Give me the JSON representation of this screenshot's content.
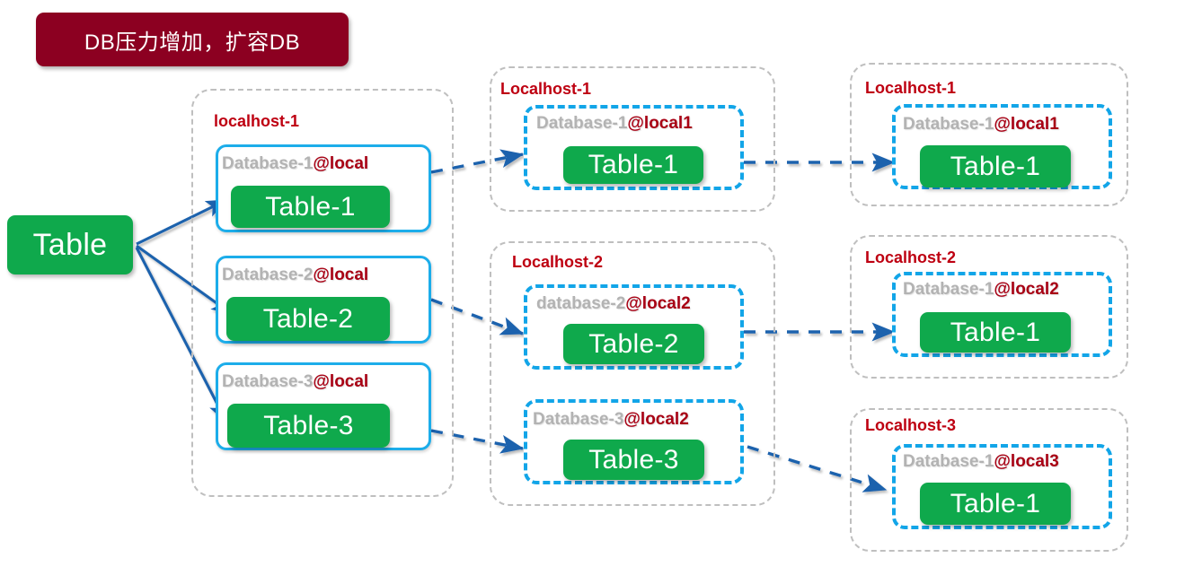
{
  "banner": {
    "text": "DB压力增加，扩容DB"
  },
  "colors": {
    "banner_bg": "#8C0021",
    "host_label": "#BE0011",
    "db_label_gray": "#B3B3B3",
    "db_label_red": "#A80014",
    "table_green": "#0FA94C",
    "solid_border_cyan": "#1CADEA",
    "dashed_border_cyan": "#12A5E8",
    "group_border_gray": "#BFBFBF",
    "arrow_blue": "#1F62AD"
  },
  "source": {
    "label": "Table"
  },
  "stage1": {
    "host": "localhost-1",
    "databases": [
      {
        "name": "Database-1",
        "at": "@local",
        "table": "Table-1"
      },
      {
        "name": "Database-2",
        "at": "@local",
        "table": "Table-2"
      },
      {
        "name": "Database-3",
        "at": "@local",
        "table": "Table-3"
      }
    ]
  },
  "stage2": {
    "hosts": [
      {
        "host": "Localhost-1",
        "databases": [
          {
            "name": "Database-1",
            "at": "@local1",
            "table": "Table-1"
          }
        ]
      },
      {
        "host": "Localhost-2",
        "databases": [
          {
            "name": "database-2",
            "at": "@local2",
            "table": "Table-2"
          },
          {
            "name": "Database-3",
            "at": "@local2",
            "table": "Table-3"
          }
        ]
      }
    ]
  },
  "stage3": {
    "hosts": [
      {
        "host": "Localhost-1",
        "databases": [
          {
            "name": "Database-1",
            "at": "@local1",
            "table": "Table-1"
          }
        ]
      },
      {
        "host": "Localhost-2",
        "databases": [
          {
            "name": "Database-1",
            "at": "@local2",
            "table": "Table-1"
          }
        ]
      },
      {
        "host": "Localhost-3",
        "databases": [
          {
            "name": "Database-1",
            "at": "@local3",
            "table": "Table-1"
          }
        ]
      }
    ]
  }
}
